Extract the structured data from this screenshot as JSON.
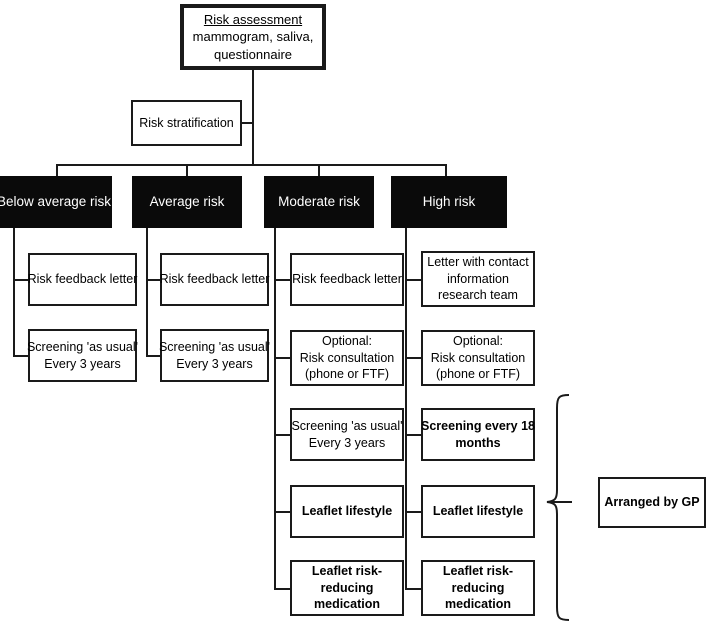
{
  "diagram": {
    "title_node": {
      "title": "Risk assessment",
      "detail_line_1": "mammogram, saliva,",
      "detail_line_2": "questionnaire"
    },
    "stratification_node": {
      "label": "Risk stratification"
    },
    "risk_levels": [
      {
        "label": "Below average risk"
      },
      {
        "label": "Average risk"
      },
      {
        "label": "Moderate risk"
      },
      {
        "label": "High risk"
      }
    ],
    "columns": {
      "below_average": [
        {
          "lines": [
            "Risk feedback letter"
          ],
          "bold": false
        },
        {
          "lines": [
            "Screening 'as usual'",
            "Every 3 years"
          ],
          "bold": false
        }
      ],
      "average": [
        {
          "lines": [
            "Risk feedback letter"
          ],
          "bold": false
        },
        {
          "lines": [
            "Screening 'as usual'",
            "Every 3 years"
          ],
          "bold": false
        }
      ],
      "moderate": [
        {
          "lines": [
            "Risk feedback letter"
          ],
          "bold": false
        },
        {
          "lines": [
            "Optional:",
            "Risk consultation",
            "(phone or FTF)"
          ],
          "bold": false
        },
        {
          "lines": [
            "Screening 'as usual'",
            "Every 3 years"
          ],
          "bold": false
        },
        {
          "lines": [
            "Leaflet lifestyle"
          ],
          "bold": true
        },
        {
          "lines": [
            "Leaflet risk-",
            "reducing",
            "medication"
          ],
          "bold": true
        }
      ],
      "high": [
        {
          "lines": [
            "Letter with contact",
            "information",
            "research team"
          ],
          "bold": false
        },
        {
          "lines": [
            "Optional:",
            "Risk consultation",
            "(phone or FTF)"
          ],
          "bold": false
        },
        {
          "lines": [
            "Screening every 18",
            "months"
          ],
          "bold": true
        },
        {
          "lines": [
            "Leaflet lifestyle"
          ],
          "bold": true
        },
        {
          "lines": [
            "Leaflet risk-",
            "reducing",
            "medication"
          ],
          "bold": true
        }
      ]
    },
    "grouping": {
      "label": "Arranged by GP"
    },
    "colors": {
      "line": "#1a1a1a",
      "risk_level_fill": "#0a0a0a",
      "risk_level_text": "#ffffff",
      "box_fill": "#ffffff",
      "text": "#000000"
    }
  }
}
